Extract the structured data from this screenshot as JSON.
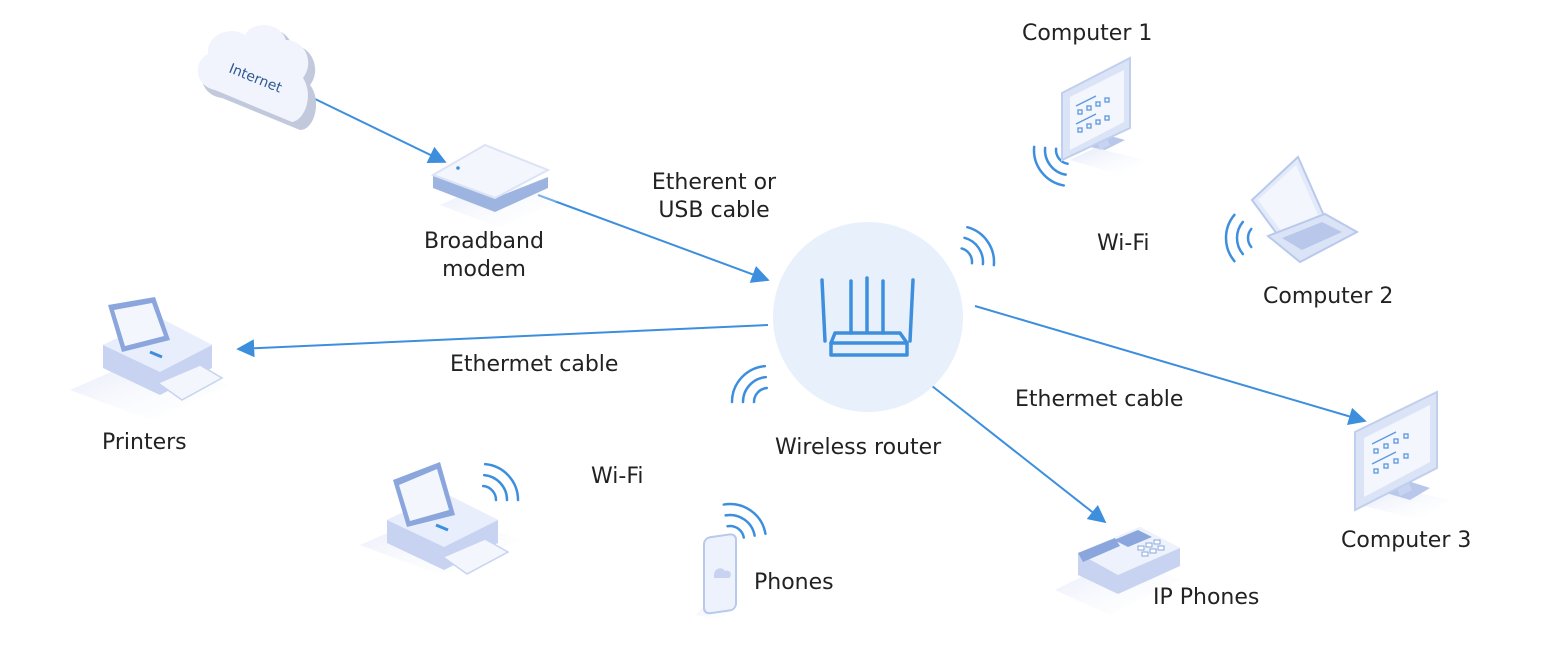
{
  "diagram": {
    "title": "Home network topology",
    "colors": {
      "link": "#3d8fde",
      "router_circle": "#e8f0fb",
      "device_light": "#eef2fc",
      "device_mid": "#c7d3f0",
      "device_dark": "#93a8dc",
      "label": "#222222"
    },
    "nodes": {
      "internet": {
        "label": "Internet",
        "icon": "cloud-icon"
      },
      "modem": {
        "label_line1": "Broadband",
        "label_line2": "modem",
        "icon": "modem-icon"
      },
      "router": {
        "label": "Wireless router",
        "icon": "router-icon"
      },
      "computer1": {
        "label": "Computer 1",
        "icon": "monitor-icon"
      },
      "computer2": {
        "label": "Computer 2",
        "icon": "laptop-icon"
      },
      "computer3": {
        "label": "Computer 3",
        "icon": "monitor-icon"
      },
      "printers_wired": {
        "label": "Printers",
        "icon": "printer-icon"
      },
      "printer_wifi": {
        "label": "",
        "icon": "printer-icon"
      },
      "phones": {
        "label": "Phones",
        "icon": "smartphone-icon"
      },
      "ip_phones": {
        "label": "IP Phones",
        "icon": "desk-phone-icon"
      }
    },
    "links": [
      {
        "from": "internet",
        "to": "modem",
        "label": ""
      },
      {
        "from": "modem",
        "to": "router",
        "label_line1": "Etherent or",
        "label_line2": "USB cable"
      },
      {
        "from": "router",
        "to": "printers_wired",
        "label": "Ethermet cable"
      },
      {
        "from": "router",
        "to": "computer3",
        "label": "Ethermet cable"
      },
      {
        "from": "router",
        "to": "ip_phones",
        "label": ""
      }
    ],
    "wifi_labels": {
      "upper": "Wi-Fi",
      "lower": "Wi-Fi"
    }
  }
}
